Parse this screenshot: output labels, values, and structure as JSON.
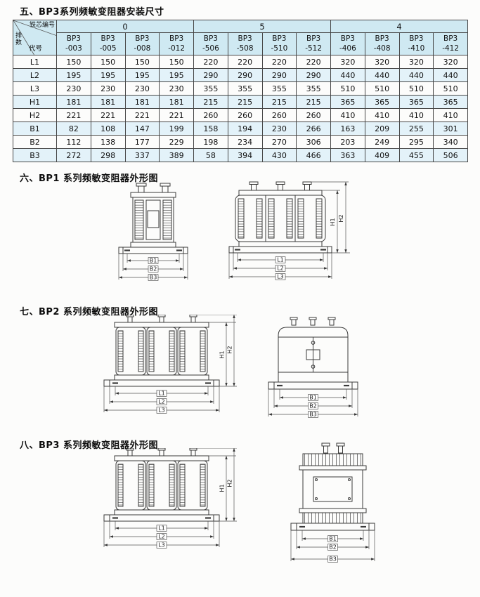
{
  "sections": {
    "s5": {
      "title": "五、BP3系列频敏变阻器安装尺寸"
    },
    "s6": {
      "title": "六、BP1 系列频敏变阻器外形图"
    },
    "s7": {
      "title": "七、BP2 系列频敏变阻器外形图"
    },
    "s8": {
      "title": "八、BP3 系列频敏变阻器外形图"
    }
  },
  "table": {
    "corner": {
      "top_label": "铁芯编号",
      "mid_label": "排数",
      "bottom_label": "代号"
    },
    "groups": [
      {
        "label": "0"
      },
      {
        "label": "5"
      },
      {
        "label": "4"
      }
    ],
    "models": [
      [
        "BP3",
        "-003"
      ],
      [
        "BP3",
        "-005"
      ],
      [
        "BP3",
        "-008"
      ],
      [
        "BP3",
        "-012"
      ],
      [
        "BP3",
        "-506"
      ],
      [
        "BP3",
        "-508"
      ],
      [
        "BP3",
        "-510"
      ],
      [
        "BP3",
        "-512"
      ],
      [
        "BP3",
        "-406"
      ],
      [
        "BP3",
        "-408"
      ],
      [
        "BP3",
        "-410"
      ],
      [
        "BP3",
        "-412"
      ]
    ],
    "rows": [
      {
        "code": "L1",
        "values": [
          150,
          150,
          150,
          150,
          220,
          220,
          220,
          220,
          320,
          320,
          320,
          320
        ]
      },
      {
        "code": "L2",
        "values": [
          195,
          195,
          195,
          195,
          290,
          290,
          290,
          290,
          440,
          440,
          440,
          440
        ]
      },
      {
        "code": "L3",
        "values": [
          230,
          230,
          230,
          230,
          355,
          355,
          355,
          355,
          510,
          510,
          510,
          510
        ]
      },
      {
        "code": "H1",
        "values": [
          181,
          181,
          181,
          181,
          215,
          215,
          215,
          215,
          365,
          365,
          365,
          365
        ]
      },
      {
        "code": "H2",
        "values": [
          221,
          221,
          221,
          221,
          260,
          260,
          260,
          260,
          410,
          410,
          410,
          410
        ]
      },
      {
        "code": "B1",
        "values": [
          82,
          108,
          147,
          199,
          158,
          194,
          230,
          266,
          163,
          209,
          255,
          301
        ]
      },
      {
        "code": "B2",
        "values": [
          112,
          138,
          177,
          229,
          198,
          234,
          270,
          306,
          203,
          249,
          295,
          340
        ]
      },
      {
        "code": "B3",
        "values": [
          272,
          298,
          337,
          389,
          58,
          394,
          430,
          466,
          363,
          409,
          455,
          506
        ]
      }
    ],
    "colors": {
      "header_bg": "#cfe9f2",
      "alt_row_bg": "#e3f2f9",
      "border": "#474747"
    }
  },
  "dim_labels": {
    "L1": "L1",
    "L2": "L2",
    "L3": "L3",
    "H1": "H1",
    "H2": "H2",
    "B1": "B1",
    "B2": "B2",
    "B3": "B3"
  }
}
